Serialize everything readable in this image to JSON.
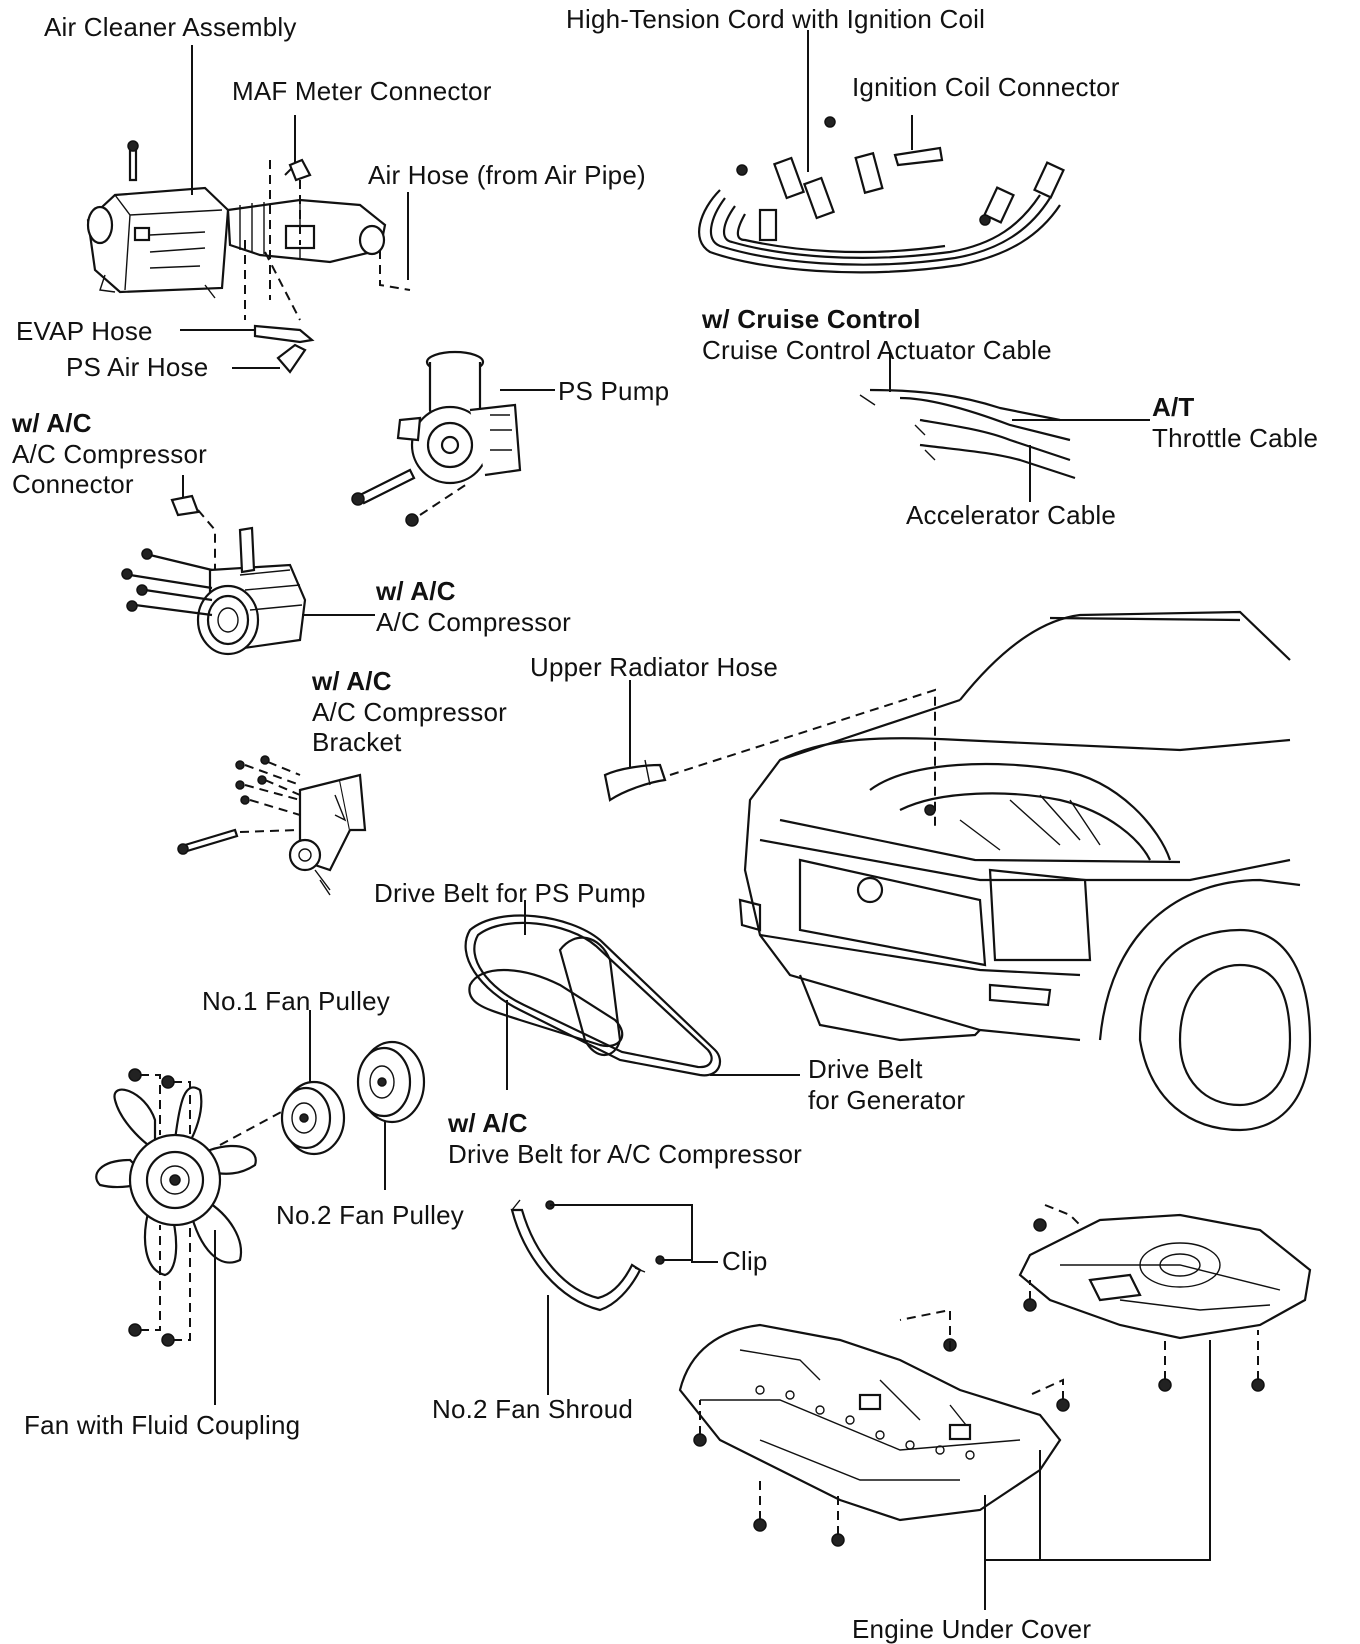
{
  "labels": {
    "air_cleaner_assembly": "Air Cleaner Assembly",
    "maf_meter_connector": "MAF Meter Connector",
    "air_hose": "Air Hose (from Air Pipe)",
    "evap_hose": "EVAP Hose",
    "ps_air_hose": "PS Air Hose",
    "high_tension_cord": "High-Tension Cord with Ignition Coil",
    "ignition_coil_connector": "Ignition Coil Connector",
    "cruise_heading": "w/  Cruise Control",
    "cruise_cable": "Cruise Control Actuator Cable",
    "at_heading": "A/T",
    "throttle_cable": "Throttle Cable",
    "accelerator_cable": "Accelerator Cable",
    "ps_pump": "PS Pump",
    "ac_conn_heading": "w/  A/C",
    "ac_conn_line1": "A/C Compressor",
    "ac_conn_line2": "Connector",
    "ac_comp_heading": "w/  A/C",
    "ac_comp": "A/C Compressor",
    "ac_bracket_heading": "w/  A/C",
    "ac_bracket_line1": "A/C Compressor",
    "ac_bracket_line2": "Bracket",
    "upper_radiator_hose": "Upper Radiator Hose",
    "drive_belt_ps": "Drive Belt for PS Pump",
    "no1_fan_pulley": "No.1 Fan Pulley",
    "no2_fan_pulley": "No.2 Fan Pulley",
    "drive_belt_gen_line1": "Drive Belt",
    "drive_belt_gen_line2": "for Generator",
    "belt_ac_heading": "w/  A/C",
    "belt_ac": "Drive Belt for A/C Compressor",
    "clip": "Clip",
    "no2_fan_shroud": "No.2 Fan Shroud",
    "fan_fluid_coupling": "Fan with Fluid Coupling",
    "engine_under_cover": "Engine Under Cover"
  }
}
